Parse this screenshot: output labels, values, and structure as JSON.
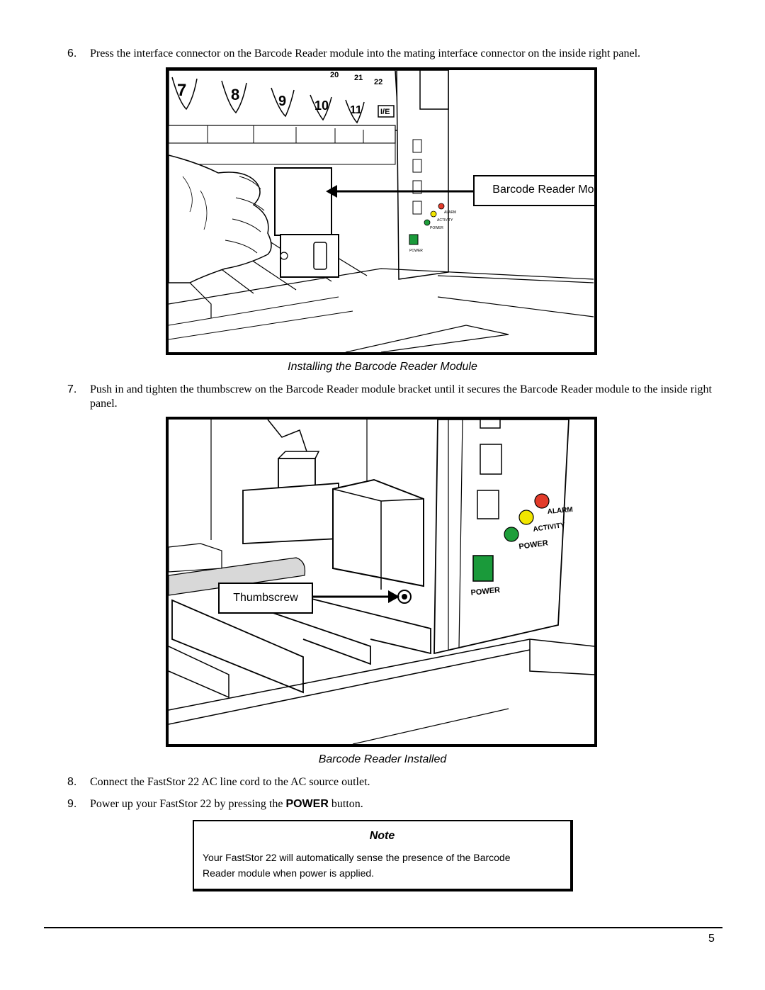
{
  "steps": [
    {
      "num": "6.",
      "text": "Press the interface connector on the Barcode Reader module into the mating interface connector on the inside right panel."
    },
    {
      "num": "7.",
      "text": "Push in and tighten the thumbscrew on the Barcode Reader module bracket until it secures the Barcode Reader module to the inside right panel."
    },
    {
      "num": "8.",
      "text": "Connect the FastStor 22 AC line cord to the AC source outlet."
    },
    {
      "num": "9.",
      "text_before": "Power up your FastStor 22 by pressing the ",
      "text_bold": "POWER",
      "text_after": " button."
    }
  ],
  "figure1": {
    "caption": "Installing the Barcode Reader Module",
    "callout": "Barcode Reader Module",
    "slot_numbers": [
      "7",
      "8",
      "9",
      "10",
      "11"
    ],
    "top_numbers": [
      "20",
      "21",
      "22"
    ],
    "ie_label": "I/E",
    "led_labels": [
      "ALARM",
      "ACTIVITY",
      "POWER"
    ],
    "power_label": "POWER"
  },
  "figure2": {
    "caption": "Barcode Reader Installed",
    "callout": "Thumbscrew",
    "led_labels": [
      "ALARM",
      "ACTIVITY",
      "POWER"
    ],
    "power_label": "POWER",
    "led_colors": [
      "#e23b2a",
      "#f2e600",
      "#1e9e3a"
    ],
    "power_button_color": "#1a9a3a"
  },
  "note": {
    "title": "Note",
    "text": "Your FastStor 22 will automatically sense the presence of the Barcode Reader module when power is applied."
  },
  "page_number": "5"
}
